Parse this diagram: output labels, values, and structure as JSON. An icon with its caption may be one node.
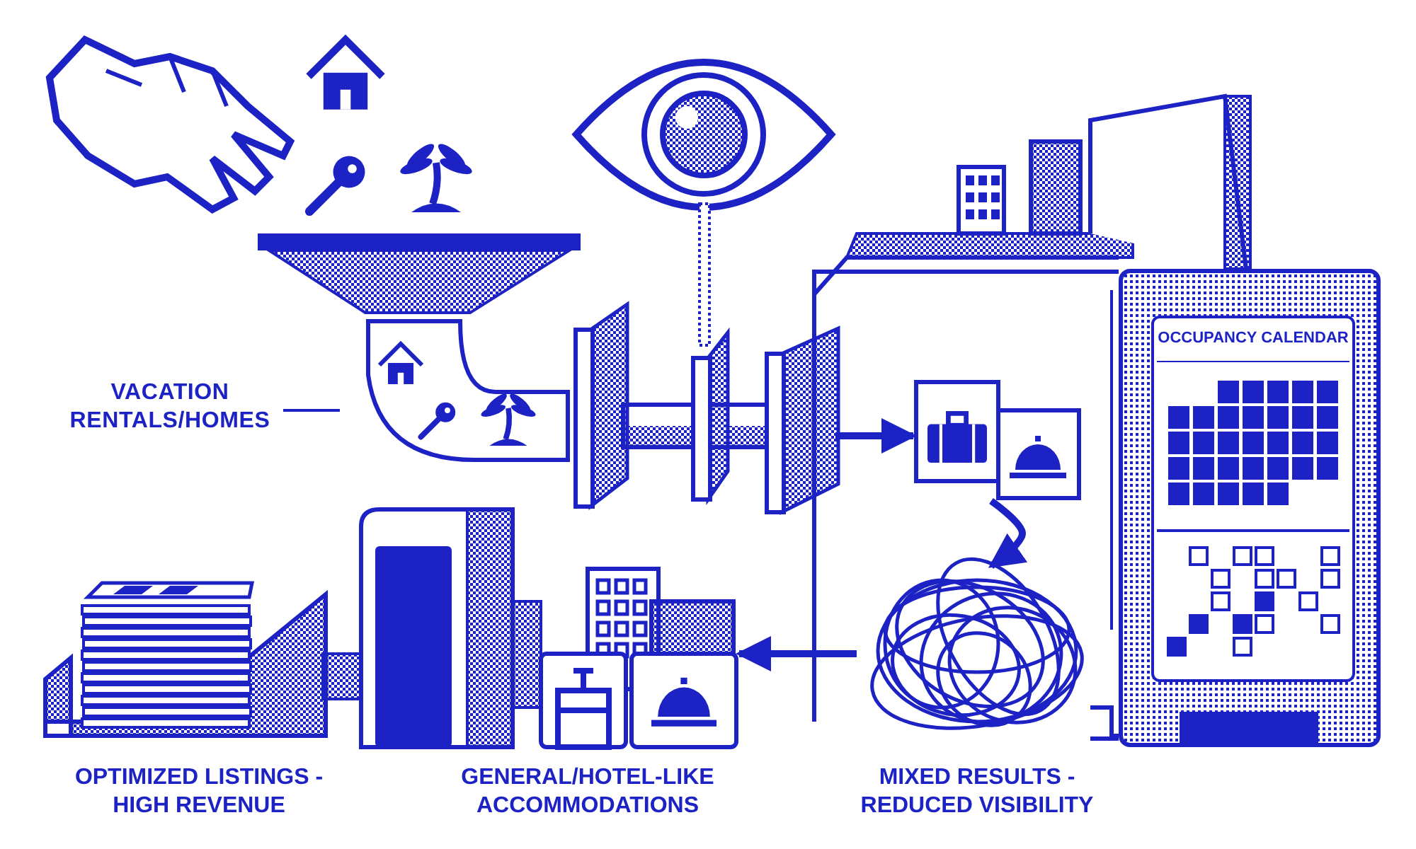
{
  "diagram": {
    "nodes": [
      {
        "text": [
          "VACATION RENTALS/HOMES"
        ]
      },
      {
        "text": [],
        "shape": "picture"
      },
      {
        "text": [],
        "shape": "picture"
      },
      {
        "text": [],
        "shape": "picture"
      },
      {
        "text": [],
        "shape": "picture",
        "beside": [
          "MIXED RESULTS - REDUCED VISIBILITY"
        ]
      },
      {
        "text": [],
        "shape": "picture",
        "beside": [
          "GENERAL/HOTEL-LIKE ACCOMMODATIONS"
        ]
      },
      {
        "text": [],
        "shape": "picture",
        "beside": [
          "OPTIMIZED LISTINGS - HIGH REVENUE"
        ]
      },
      {
        "text": [
          "OCCUPANCY CALENDAR"
        ]
      }
    ],
    "edges": [
      {
        "from": 0,
        "to": 1,
        "arrow": "none"
      },
      {
        "from": 2,
        "to": 3,
        "arrow": "to"
      },
      {
        "from": 3,
        "to": 4,
        "arrow": "to"
      },
      {
        "from": 4,
        "to": 5,
        "arrow": "to"
      }
    ]
  }
}
